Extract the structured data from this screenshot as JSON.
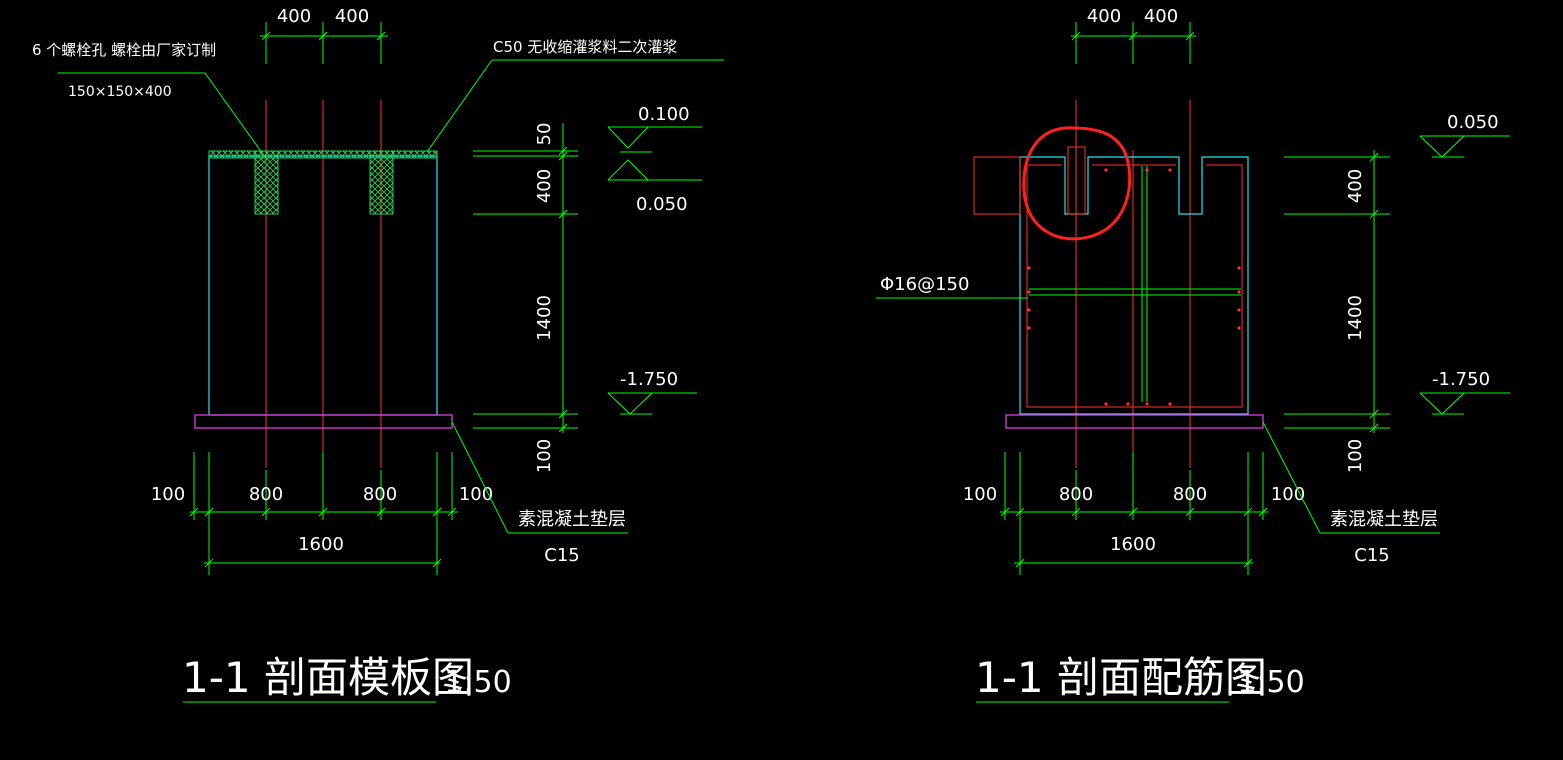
{
  "colors": {
    "background": "#000000",
    "dimension_lines": "#00ff00",
    "outline": "#27e3ea",
    "centerlines_rebar": "#ff3030",
    "cushion": "#e03adf",
    "grout_hatch": "#2ad15a",
    "text": "#ffffff"
  },
  "left": {
    "title": "1-1  剖面模板图",
    "scale": "1:50",
    "note_bolt_holes": "6 个螺栓孔 螺栓由厂家订制",
    "note_bolt_size": "150×150×400",
    "note_grout": "C50  无收缩灌浆料二次灌浆",
    "dim_top_1": "400",
    "dim_top_2": "400",
    "dim_v_50": "50",
    "dim_v_400": "400",
    "dim_v_1400": "1400",
    "dim_v_100": "100",
    "elev_1": "0.100",
    "elev_2": "0.050",
    "elev_3": "-1.750",
    "dim_b_100a": "100",
    "dim_b_800a": "800",
    "dim_b_800b": "800",
    "dim_b_100b": "100",
    "dim_b_1600": "1600",
    "cushion_label": "素混凝土垫层",
    "cushion_grade": "C15"
  },
  "right": {
    "title": "1-1  剖面配筋图",
    "scale": "1:50",
    "rebar_label": "Φ16@150",
    "dim_top_1": "400",
    "dim_top_2": "400",
    "dim_v_400": "400",
    "dim_v_1400": "1400",
    "dim_v_100": "100",
    "elev_1": "0.050",
    "elev_2": "-1.750",
    "dim_b_100a": "100",
    "dim_b_800a": "800",
    "dim_b_800b": "800",
    "dim_b_100b": "100",
    "dim_b_1600": "1600",
    "cushion_label": "素混凝土垫层",
    "cushion_grade": "C15"
  }
}
